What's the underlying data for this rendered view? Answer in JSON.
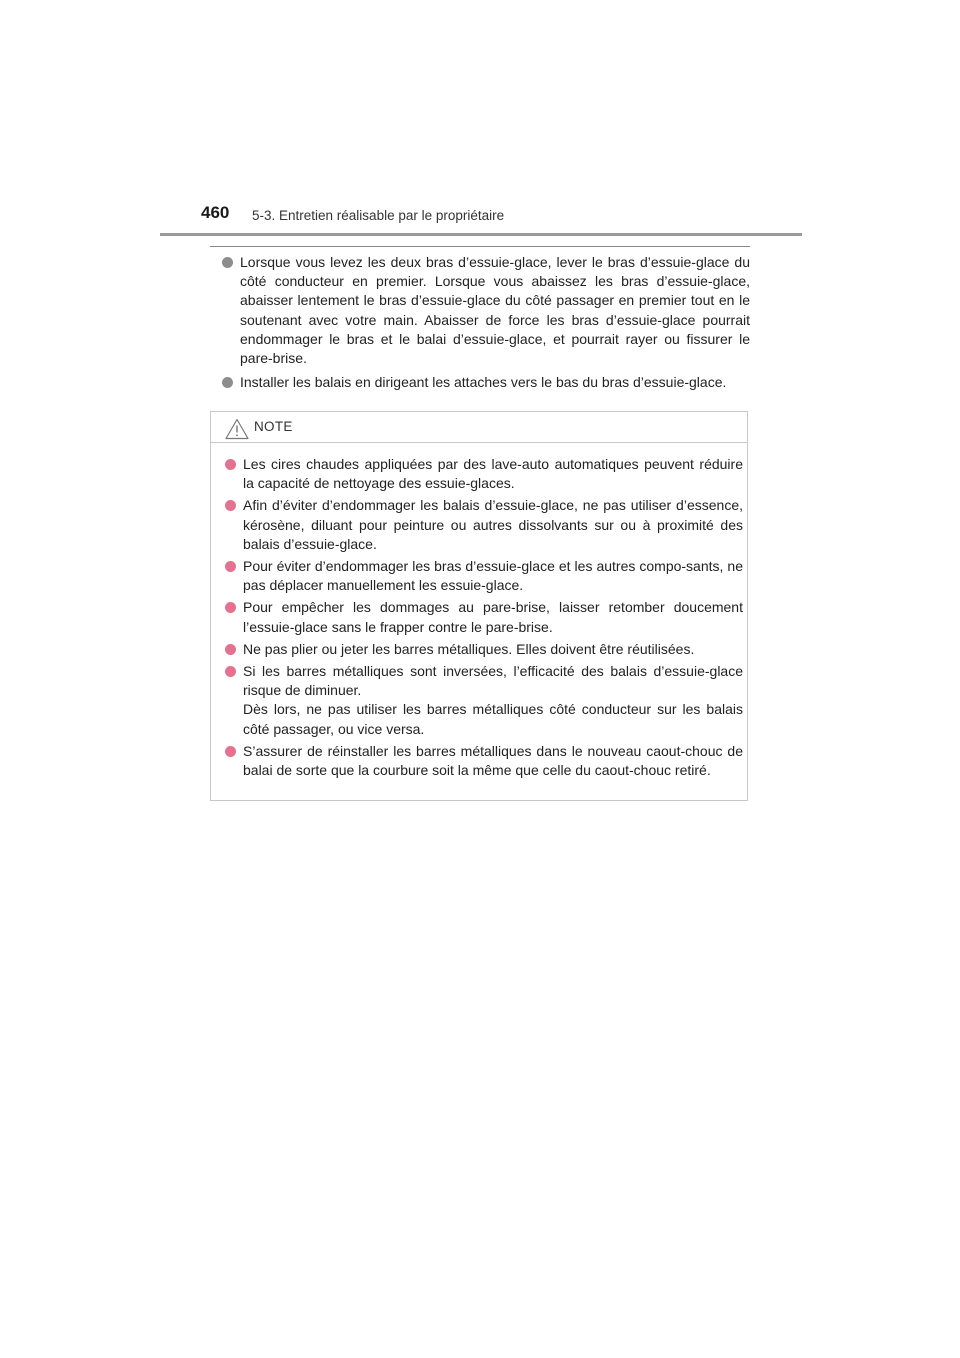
{
  "header": {
    "page_number": "460",
    "section_title": "5-3. Entretien réalisable par le propriétaire"
  },
  "bullets": [
    "Lorsque vous levez les deux bras d’essuie-glace, lever le bras d’essuie-glace du côté conducteur en premier. Lorsque vous abaissez les bras d’essuie-glace, abaisser lentement le bras d’essuie-glace du côté passager en premier tout en le soutenant avec votre main. Abaisser de force les bras d’essuie-glace pourrait endommager le bras et le balai d’essuie-glace, et pourrait rayer ou fissurer le pare-brise.",
    "Installer les balais en dirigeant les attaches vers le bas du bras d’essuie-glace."
  ],
  "note": {
    "label": "NOTE",
    "icon": "warning-triangle-icon",
    "items": [
      "Les cires chaudes appliquées par des lave-auto automatiques peuvent réduire la capacité de nettoyage des essuie-glaces.",
      "Afin d’éviter d’endommager les balais d’essuie-glace, ne pas utiliser d’essence, kérosène, diluant pour peinture ou autres dissolvants sur ou à proximité des balais d’essuie-glace.",
      "Pour éviter d’endommager les bras d’essuie-glace et les autres compo-sants, ne pas déplacer manuellement les essuie-glace.",
      "Pour empêcher les dommages au pare-brise, laisser retomber doucement l’essuie-glace sans le frapper contre le pare-brise.",
      "Ne pas plier ou jeter les barres métalliques. Elles doivent être réutilisées.",
      [
        "Si les barres métalliques sont inversées, l’efficacité des balais d’essuie-glace risque de diminuer.",
        "Dès lors, ne pas utiliser les barres métalliques côté conducteur sur les balais côté passager, ou vice versa."
      ],
      "S’assurer de réinstaller les barres métalliques dans le nouveau caout-chouc de balai de sorte que la courbure soit la même que celle du caout-chouc retiré."
    ]
  },
  "colors": {
    "bullet_gray": "#8d8d8d",
    "note_bullet_pink": "#e4718f",
    "rule_gray": "#9a9a9a"
  }
}
